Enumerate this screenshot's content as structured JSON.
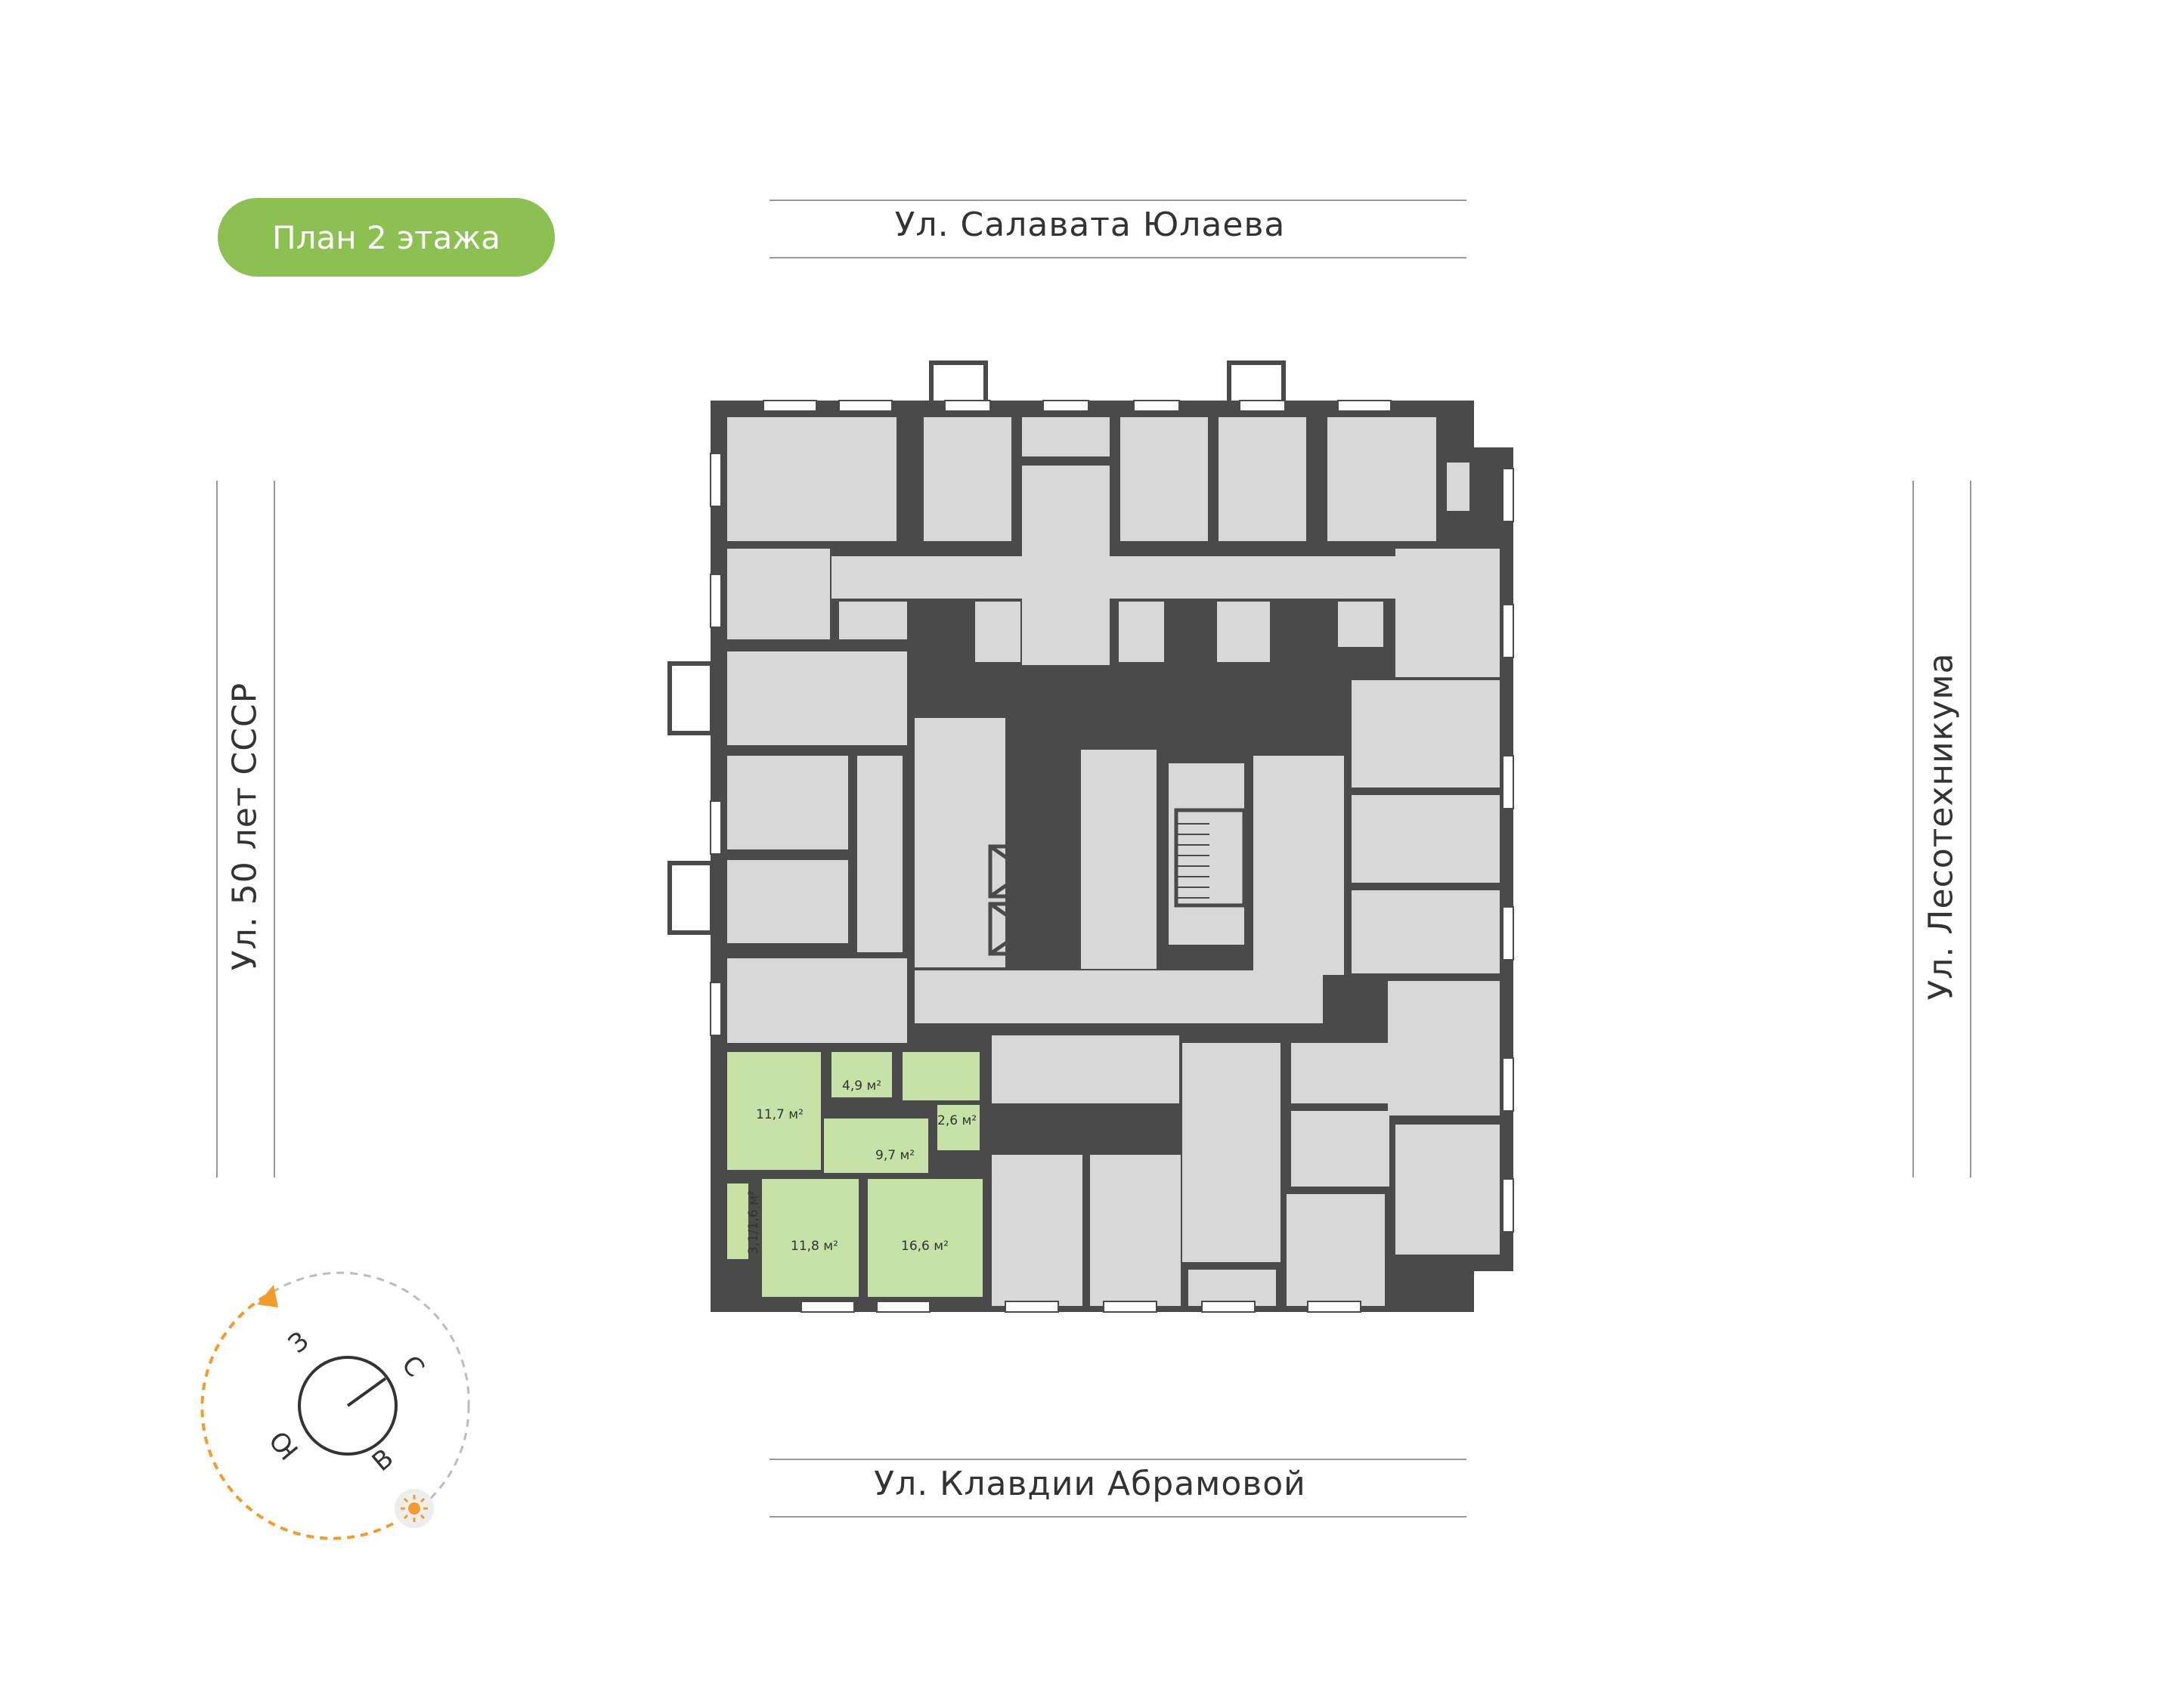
{
  "plan_title": "План 2 этажа",
  "streets": {
    "north": "Ул. Салавата Юлаева",
    "south": "Ул. Клавдии Абрамовой",
    "west": "Ул. 50 лет СССР",
    "east": "Ул. Лесотехникума"
  },
  "compass": {
    "directions": [
      "З",
      "С",
      "Ю",
      "В"
    ],
    "sun_icon": "sun-icon"
  },
  "highlighted_apartment": {
    "rooms": [
      "11,7 м²",
      "4,9 м²",
      "2,6 м²",
      "9,7 м²",
      "3,1/1,6 м²",
      "11,8 м²",
      "16,6 м²"
    ]
  },
  "colors": {
    "accent": "#8cc152",
    "highlight": "#c7e2a7",
    "wall": "#4a4a4a",
    "room": "#d8d8d8",
    "sun_path": "#f39c2b"
  }
}
